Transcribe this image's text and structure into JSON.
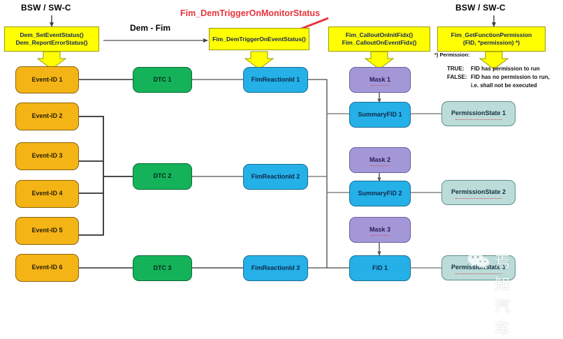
{
  "diagram": {
    "title_headers": [
      {
        "id": "hdr-left",
        "text": "BSW / SW-C"
      },
      {
        "id": "hdr-right",
        "text": "BSW / SW-C"
      }
    ],
    "flow_label": "Dem - Fim",
    "callout_label": "Fim_DemTriggerOnMonitorStatus",
    "api_boxes": [
      {
        "id": "api-dem",
        "lines": [
          "Dem_SetEventStatus()",
          "Dem_ReportErrorStatus()"
        ]
      },
      {
        "id": "api-fim-trigger",
        "lines": [
          "Fim_DemTriggerOnEventStatus()"
        ]
      },
      {
        "id": "api-fim-callout",
        "lines": [
          "Fim_CalloutOnInitFidx()",
          "Fim_CalloutOnEventFidx()"
        ]
      },
      {
        "id": "api-fim-permission",
        "lines": [
          "Fim_GetFunctionPermission",
          "(FID, *permission)  *)"
        ]
      }
    ],
    "permission_note": {
      "marker": "*) Permission:",
      "rows": [
        {
          "key": "TRUE:",
          "text": "FID has permission to run"
        },
        {
          "key": "FALSE:",
          "text": "FID has no permission to run,"
        },
        {
          "key": "",
          "text": "i.e. shall not be executed"
        }
      ]
    },
    "events": [
      {
        "id": "event-1",
        "label": "Event-ID 1"
      },
      {
        "id": "event-2",
        "label": "Event-ID 2"
      },
      {
        "id": "event-3",
        "label": "Event-ID 3"
      },
      {
        "id": "event-4",
        "label": "Event-ID 4"
      },
      {
        "id": "event-5",
        "label": "Event-ID 5"
      },
      {
        "id": "event-6",
        "label": "Event-ID 6"
      }
    ],
    "dtcs": [
      {
        "id": "dtc-1",
        "label": "DTC 1"
      },
      {
        "id": "dtc-2",
        "label": "DTC 2"
      },
      {
        "id": "dtc-3",
        "label": "DTC 3"
      }
    ],
    "reactions": [
      {
        "id": "reaction-1",
        "label": "FimReactionId 1"
      },
      {
        "id": "reaction-2",
        "label": "FimReactionId 2"
      },
      {
        "id": "reaction-3",
        "label": "FimReactionId 3"
      }
    ],
    "masks": [
      {
        "id": "mask-1",
        "label": "Mask 1"
      },
      {
        "id": "mask-2",
        "label": "Mask 2"
      },
      {
        "id": "mask-3",
        "label": "Mask 3"
      }
    ],
    "fids": [
      {
        "id": "fid-1",
        "label": "SummaryFID 1"
      },
      {
        "id": "fid-2",
        "label": "SummaryFID 2"
      },
      {
        "id": "fid-3",
        "label": "FiD 1"
      }
    ],
    "permission_states": [
      {
        "id": "permstate-1",
        "label": "PermissionState 1"
      },
      {
        "id": "permstate-2",
        "label": "PermissionState 2"
      },
      {
        "id": "permstate-3",
        "label": "PermissionState 3"
      }
    ],
    "watermark": {
      "text": "焉知汽车"
    },
    "colors": {
      "yellow": "#ffff00",
      "orange": "#f5b416",
      "green": "#14b35a",
      "blue": "#25b0e8",
      "purple": "#a497d8",
      "teal": "#bcdcda",
      "callout_red": "#e8343c",
      "wire": "#3a3a3a"
    }
  }
}
